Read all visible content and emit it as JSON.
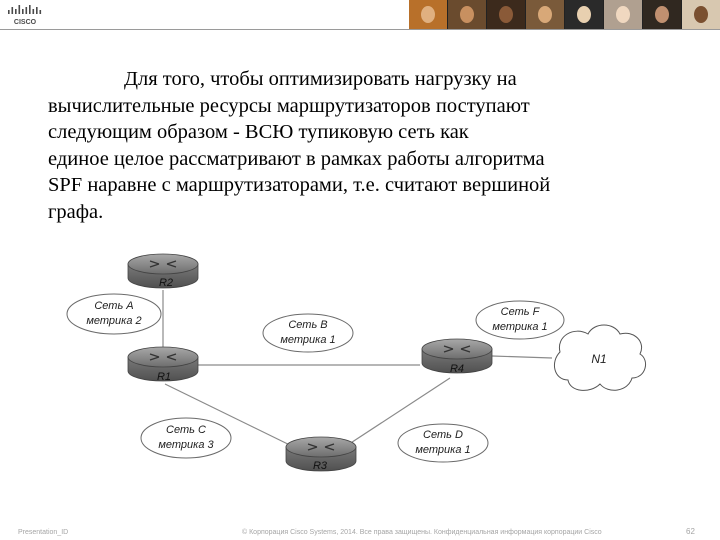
{
  "slide": {
    "paragraph_lines": [
      "Для того, чтобы оптимизировать нагрузку на",
      "вычислительные ресурсы маршрутизаторов поступают",
      "следующим образом  -  ВСЮ тупиковую сеть как",
      "единое целое рассматривают в рамках работы алгоритма",
      "SPF  наравне с маршрутизаторами, т.е. считают вершиной",
      "графа."
    ]
  },
  "diagram": {
    "routers": [
      "R2",
      "R1",
      "R4",
      "R3"
    ],
    "networks": {
      "a": {
        "name": "Сеть А",
        "metric": "метрика 2"
      },
      "b": {
        "name": "Сеть В",
        "metric": "метрика 1"
      },
      "c": {
        "name": "Сеть С",
        "metric": "метрика 3"
      },
      "d": {
        "name": "Сеть D",
        "metric": "метрика 1"
      },
      "f": {
        "name": "Сеть F",
        "metric": "метрика 1"
      }
    },
    "cloud": "N1"
  },
  "footer": {
    "left": "Presentation_ID",
    "center": "© Корпорация Cisco Systems, 2014. Все права защищены.    Конфиденциальная информация корпорации Cisco",
    "page": "62"
  }
}
